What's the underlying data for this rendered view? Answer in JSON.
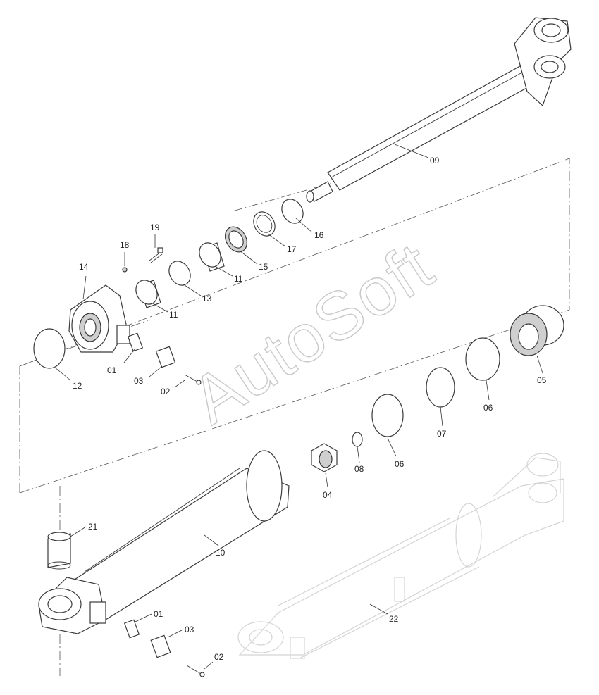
{
  "watermark": "AutoSoft",
  "callouts": {
    "p01a": "01",
    "p01b": "01",
    "p02a": "02",
    "p02b": "02",
    "p03a": "03",
    "p03b": "03",
    "p04": "04",
    "p05": "05",
    "p06a": "06",
    "p06b": "06",
    "p07": "07",
    "p08": "08",
    "p09": "09",
    "p10": "10",
    "p11a": "11",
    "p11b": "11",
    "p12": "12",
    "p13": "13",
    "p14": "14",
    "p15": "15",
    "p16": "16",
    "p17": "17",
    "p18": "18",
    "p19": "19",
    "p21": "21",
    "p22": "22"
  }
}
